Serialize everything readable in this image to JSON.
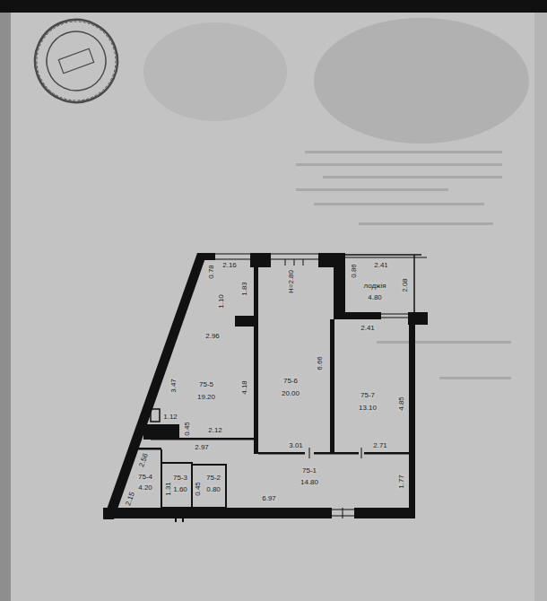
{
  "diagram": {
    "labels": [
      "0.78",
      "2.16",
      "1.10",
      "1.83",
      "H=2.80",
      "0.86",
      "2.41",
      "лоджія",
      "4.80",
      "2.08",
      "2.41",
      "2.96",
      "6.66",
      "3.47",
      "75-5",
      "19.20",
      "4.18",
      "75-6",
      "20.00",
      "75-7",
      "13.10",
      "4.85",
      "1.12",
      "0.45",
      "2.12",
      "2.97",
      "3.01",
      "2.71",
      "75-1",
      "14.80",
      "2.56",
      "75-4",
      "4.20",
      "2.15",
      "1.31",
      "75-3",
      "1.60",
      "0.45",
      "75-2",
      "0.80",
      "1.77",
      "6.97"
    ]
  }
}
